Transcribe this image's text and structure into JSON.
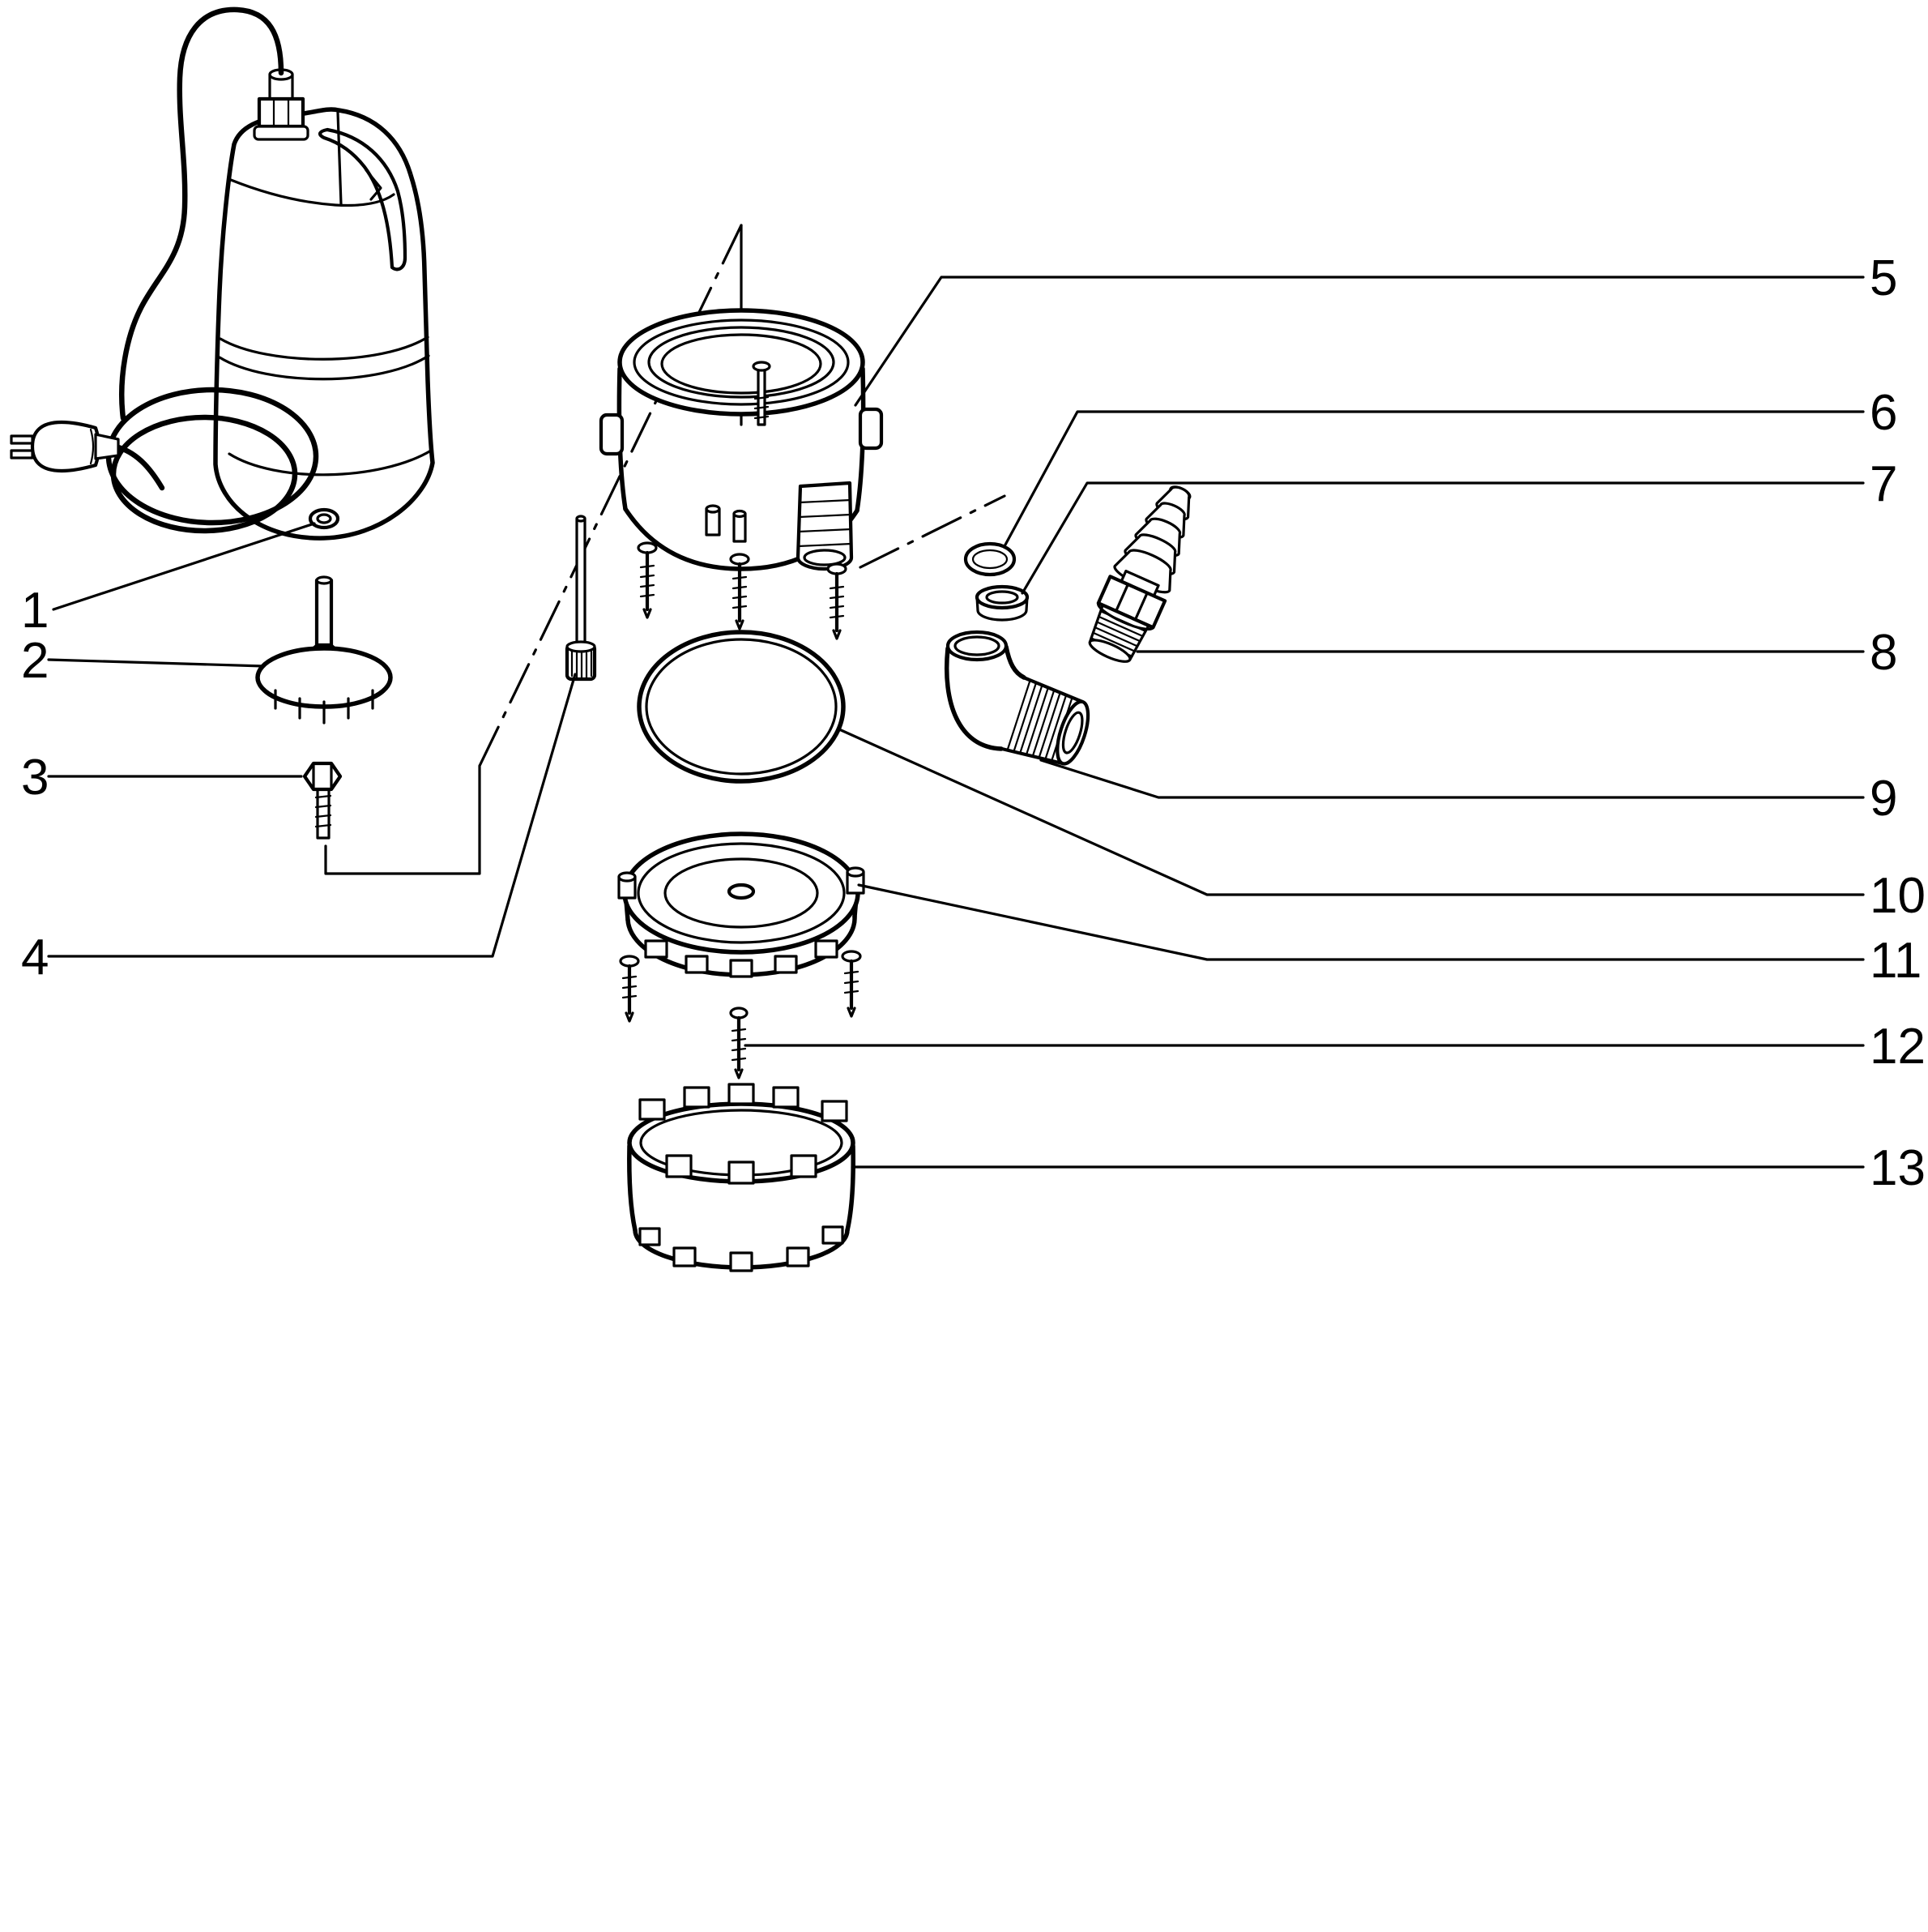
{
  "colors": {
    "background": "#ffffff",
    "line": "#000000"
  },
  "callouts": [
    {
      "label": "1",
      "side": "left"
    },
    {
      "label": "2",
      "side": "left"
    },
    {
      "label": "3",
      "side": "left"
    },
    {
      "label": "4",
      "side": "left"
    },
    {
      "label": "5",
      "side": "right"
    },
    {
      "label": "6",
      "side": "right"
    },
    {
      "label": "7",
      "side": "right"
    },
    {
      "label": "8",
      "side": "right"
    },
    {
      "label": "9",
      "side": "right"
    },
    {
      "label": "10",
      "side": "right"
    },
    {
      "label": "11",
      "side": "right"
    },
    {
      "label": "12",
      "side": "right"
    },
    {
      "label": "13",
      "side": "right"
    }
  ]
}
